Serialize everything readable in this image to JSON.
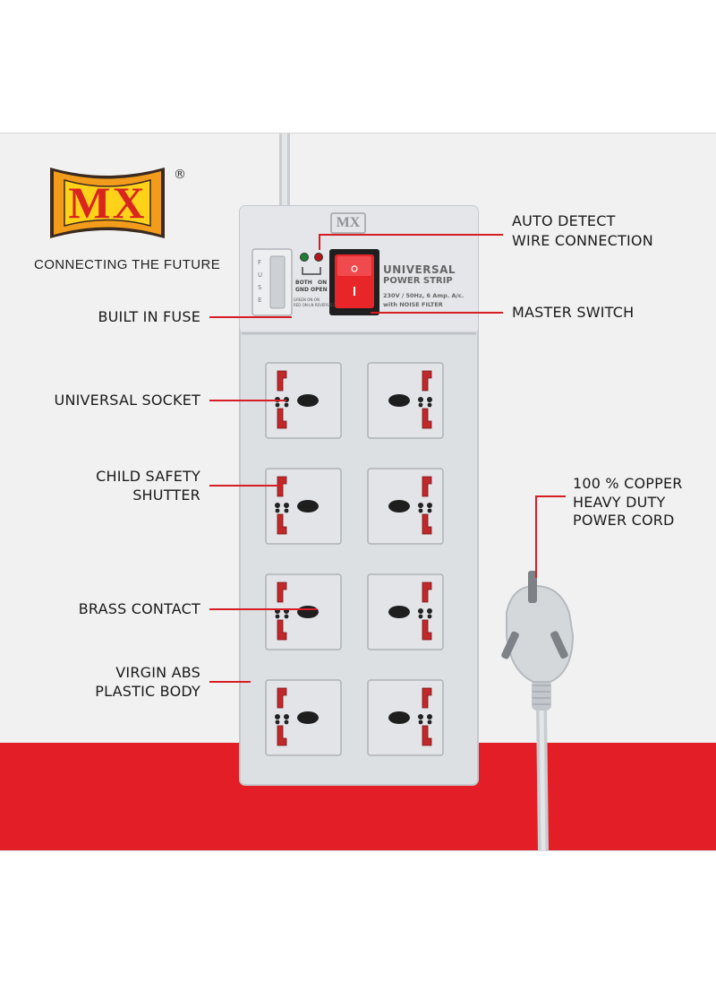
{
  "brand": {
    "logo_text": "MX",
    "registered_mark": "®",
    "tagline": "CONNECTING THE FUTURE",
    "colors": {
      "logo_orange": "#f39c1c",
      "logo_yellow": "#ffd21a",
      "logo_red": "#d8261f",
      "logo_dark": "#3a2a1f"
    }
  },
  "strip": {
    "logo_text": "MX",
    "title_line1": "UNIVERSAL",
    "title_line2": "POWER STRIP",
    "spec_line1": "230V / 50Hz, 6 Amp. A/c.",
    "spec_line2": "with NOISE FILTER",
    "fuse_text": "FUSE",
    "indicator_line1": "BOTH   ON",
    "indicator_line2": "GND OPEN",
    "indicator_line3": "GREEN ON-ON",
    "indicator_line4": "RED ON-LN REVERSED",
    "socket_count": 8,
    "colors": {
      "body": "#dde0e3",
      "shutter_red": "#c0282a",
      "switch_red": "#e8262a"
    }
  },
  "callouts": {
    "auto_detect_line1": "AUTO DETECT",
    "auto_detect_line2": "WIRE CONNECTION",
    "master_switch": "MASTER SWITCH",
    "built_in_fuse": "BUILT IN FUSE",
    "universal_socket": "UNIVERSAL SOCKET",
    "child_safety_line1": "CHILD SAFETY",
    "child_safety_line2": "SHUTTER",
    "brass_contact": "BRASS CONTACT",
    "abs_line1": "VIRGIN ABS",
    "abs_line2": "PLASTIC BODY",
    "copper_line1": "100 % COPPER",
    "copper_line2": "HEAVY DUTY",
    "copper_line3": "POWER CORD"
  },
  "colors": {
    "background": "#f1f1f1",
    "accent_red": "#e41e26",
    "leader_red": "#d81e25"
  }
}
